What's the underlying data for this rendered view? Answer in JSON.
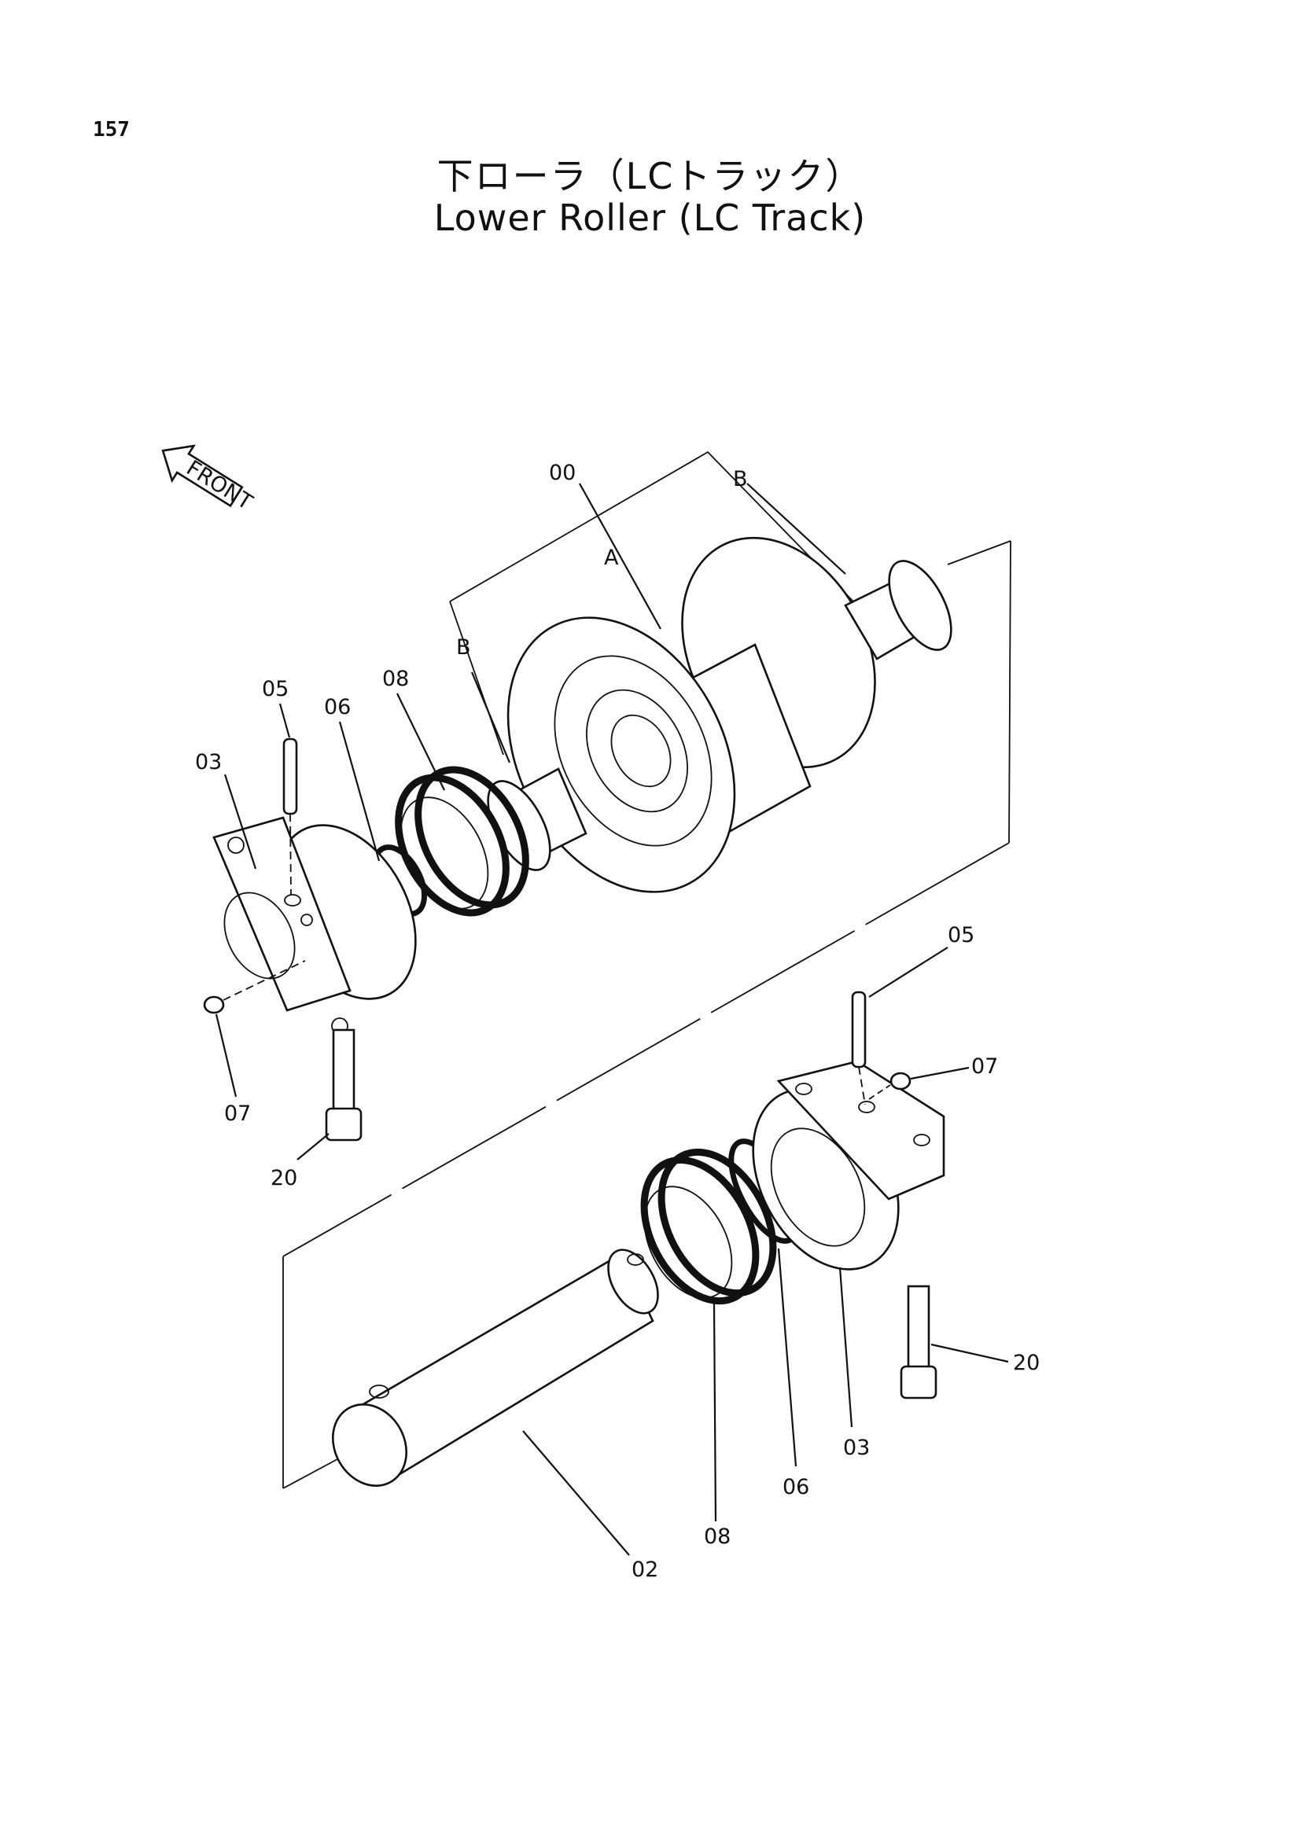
{
  "page": {
    "number": "157"
  },
  "title": {
    "japanese": "下ローラ（LCトラック）",
    "english": "Lower Roller (LC Track)"
  },
  "direction_marker": {
    "label": "FRONT",
    "icon": "front-arrow-icon"
  },
  "callouts": {
    "c00": "00",
    "cA": "A",
    "cB1": "B",
    "cB2": "B",
    "c05_left": "05",
    "c06_left": "06",
    "c08_left": "08",
    "c03_left": "03",
    "c07_left": "07",
    "c20_left": "20",
    "c05_right": "05",
    "c07_right": "07",
    "c20_right": "20",
    "c03_right": "03",
    "c06_right": "06",
    "c08_right": "08",
    "c02": "02"
  }
}
